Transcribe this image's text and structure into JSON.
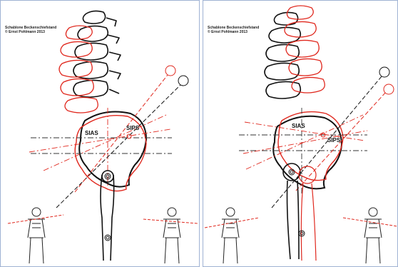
{
  "panels": [
    {
      "id": "left",
      "caption_title": "Schablone Beckenschiefstand",
      "caption_copyright": "© Ernst Pohlmann 2013",
      "label_sias": "SIAS",
      "label_sips": "SIPS"
    },
    {
      "id": "right",
      "caption_title": "Schablone Beckenschiefstand",
      "caption_copyright": "© Ernst Pohlmann 2013",
      "label_sias": "SIAS",
      "label_sips": "SIPS"
    }
  ],
  "colors": {
    "frame": "#9fb2d3",
    "outline_black": "#111111",
    "outline_red": "#e0281e",
    "axis_dash": "#555555"
  },
  "icons": [
    "vertebra-stack-icon",
    "pelvis-outline-icon",
    "femur-icon",
    "pendulum-circle-icon",
    "skeleton-figure-icon"
  ]
}
